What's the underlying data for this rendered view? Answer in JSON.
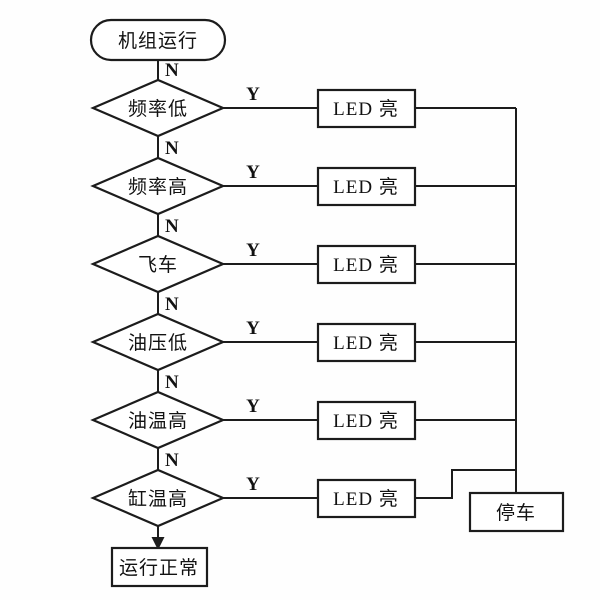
{
  "colors": {
    "line": "#1c1c1c",
    "background": "#fefefe",
    "shape_fill": "#ffffff",
    "text": "#121212"
  },
  "start": {
    "label": "机组运行"
  },
  "branch": {
    "yes": "Y",
    "no": "N"
  },
  "decisions": [
    {
      "label": "频率低",
      "action": "LED 亮"
    },
    {
      "label": "频率高",
      "action": "LED 亮"
    },
    {
      "label": "飞车",
      "action": "LED 亮"
    },
    {
      "label": "油压低",
      "action": "LED 亮"
    },
    {
      "label": "油温高",
      "action": "LED 亮"
    },
    {
      "label": "缸温高",
      "action": "LED 亮"
    }
  ],
  "stop": {
    "label": "停车"
  },
  "normal": {
    "label": "运行正常"
  }
}
